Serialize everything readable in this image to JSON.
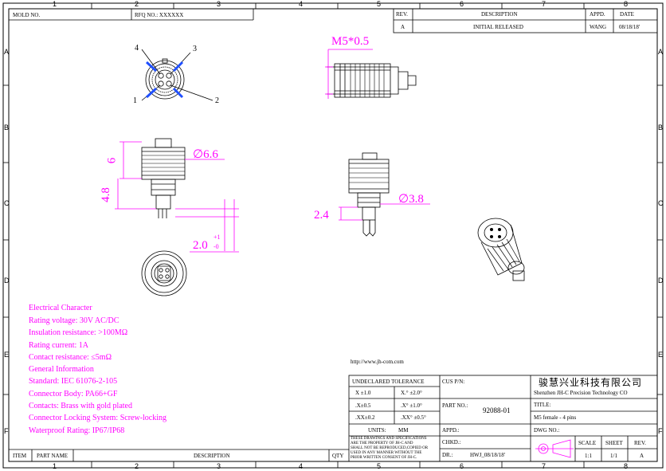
{
  "header": {
    "mold_no_label": "MOLD  NO.",
    "rfq_label": "RFQ NO.: XXXXXX"
  },
  "revision_table": {
    "headers": {
      "rev": "REV.",
      "description": "DESCRIPTION",
      "appd": "APPD.",
      "date": "DATE"
    },
    "row": {
      "rev": "A",
      "description": "INITIAL RELEASED",
      "appd": "WANG",
      "date": "08/18/18'"
    }
  },
  "zones": {
    "columns": [
      "1",
      "2",
      "3",
      "4",
      "5",
      "6",
      "7",
      "8"
    ],
    "rows": [
      "A",
      "B",
      "C",
      "D",
      "E",
      "F"
    ]
  },
  "pin_labels": [
    "4",
    "3",
    "1",
    "2"
  ],
  "dimensions": {
    "thread": "M5*0.5",
    "diameter_main": "∅6.6",
    "height_6": "6",
    "height_48": "4.8",
    "length_2": "2.0",
    "tol_plus": "+1",
    "tol_minus": "-0",
    "diameter_small": "∅3.8",
    "length_24": "2.4"
  },
  "specs": [
    "Electrical Character",
    "Rating voltage: 30V AC/DC",
    "Insulation resistance: >100MΩ",
    "Rating current: 1A",
    "Contact resistance: ≤5mΩ",
    "General Information",
    "Standard: IEC 61076-2-105",
    "Connector Body: PA66+GF",
    "Contacts: Brass with gold plated",
    "Connector Locking System: Screw-locking",
    "Waterproof Rating: IP67/IP68"
  ],
  "url": "http://www.jh-com.com",
  "title_block": {
    "tolerance_header": "UNDECLARED TOLERANCE",
    "tol_x": "X ±1.0",
    "tol_x_deg": "X.° ±2.0°",
    "tol_x1": ".X±0.5",
    "tol_x1_deg": ".X° ±1.0°",
    "tol_xx": ".XX±0.2",
    "tol_xx_deg": ".XX° ±0.5°",
    "units_label": "UNITS:",
    "units_value": "MM",
    "notice": [
      "THESE DRAWINGS AND SPECIFICATIONS",
      "ARE THE PROPERTY OF JH-C AND",
      "SHALL NOT BE REPRODUCED,COPIED OR",
      "USED IN ANY MANNER WITHOUT THE",
      "PRIOR WRITTEN CONSENT OF JH-C."
    ],
    "cus_pn_label": "CUS P/N:",
    "part_no_label": "PART NO.:",
    "part_no_value": "92088-01",
    "appd_label": "APPD.:",
    "chkd_label": "CHKD.:",
    "dr_label": "DR.:",
    "dr_value": "HWJ_08/18/18'",
    "company_cn": "骏慧兴业科技有限公司",
    "company_en": "Shenzhen JH-C Precision Technology CO",
    "title_label": "TITLE:",
    "title_value": "M5  female  - 4 pins",
    "dwg_label": "DWG NO.:",
    "scale_label": "SCALE",
    "scale_value": "1:1",
    "sheet_label": "SHEET",
    "sheet_value": "1/1",
    "rev_label": "REV.",
    "rev_value": "A"
  },
  "bom_footer": {
    "item": "ITEM",
    "part_name": "PART  NAME",
    "description": "DESCRIPTION",
    "qty": "QTY"
  }
}
